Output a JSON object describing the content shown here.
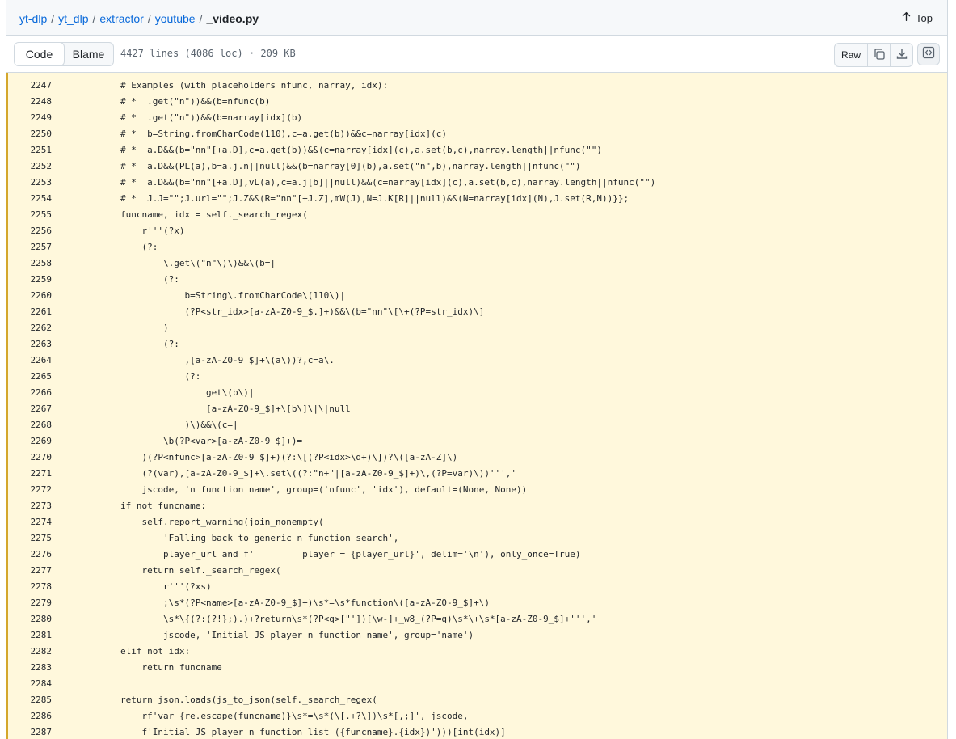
{
  "breadcrumb": {
    "parts": [
      "yt-dlp",
      "yt_dlp",
      "extractor",
      "youtube"
    ],
    "separator": "/",
    "current": "_video.py"
  },
  "top_link": {
    "label": "Top",
    "icon": "arrow-up-icon"
  },
  "toolbar": {
    "tabs": [
      {
        "label": "Code",
        "active": true
      },
      {
        "label": "Blame",
        "active": false
      }
    ],
    "file_meta": "4427 lines (4086 loc) · 209 KB",
    "raw_label": "Raw",
    "icons": [
      "copy-icon",
      "download-icon",
      "symbols-icon"
    ]
  },
  "colors": {
    "highlight_bg": "#fff8dc",
    "highlight_bar": "#d4a72c",
    "link": "#0969da",
    "keyword": "#cf222e",
    "builtin": "#0550ae",
    "function": "#6639ba"
  },
  "code": {
    "lines": [
      {
        "n": "2247",
        "t": "        # Examples (with placeholders nfunc, narray, idx):"
      },
      {
        "n": "2248",
        "t": "        # *  .get(\"n\"))&&(b=nfunc(b)"
      },
      {
        "n": "2249",
        "t": "        # *  .get(\"n\"))&&(b=narray[idx](b)"
      },
      {
        "n": "2250",
        "t": "        # *  b=String.fromCharCode(110),c=a.get(b))&&c=narray[idx](c)"
      },
      {
        "n": "2251",
        "t": "        # *  a.D&&(b=\"nn\"[+a.D],c=a.get(b))&&(c=narray[idx](c),a.set(b,c),narray.length||nfunc(\"\")"
      },
      {
        "n": "2252",
        "t": "        # *  a.D&&(PL(a),b=a.j.n||null)&&(b=narray[0](b),a.set(\"n\",b),narray.length||nfunc(\"\")"
      },
      {
        "n": "2253",
        "t": "        # *  a.D&&(b=\"nn\"[+a.D],vL(a),c=a.j[b]||null)&&(c=narray[idx](c),a.set(b,c),narray.length||nfunc(\"\")"
      },
      {
        "n": "2254",
        "t": "        # *  J.J=\"\";J.url=\"\";J.Z&&(R=\"nn\"[+J.Z],mW(J),N=J.K[R]||null)&&(N=narray[idx](N),J.set(R,N))}};"
      },
      {
        "n": "2255",
        "t": "        funcname, idx = self._search_regex("
      },
      {
        "n": "2256",
        "t": "            r'''(?x)"
      },
      {
        "n": "2257",
        "t": "            (?:"
      },
      {
        "n": "2258",
        "t": "                \\.get\\(\"n\"\\)\\)&&\\(b=|"
      },
      {
        "n": "2259",
        "t": "                (?:"
      },
      {
        "n": "2260",
        "t": "                    b=String\\.fromCharCode\\(110\\)|"
      },
      {
        "n": "2261",
        "t": "                    (?P<str_idx>[a-zA-Z0-9_$.]+)&&\\(b=\"nn\"\\[\\+(?P=str_idx)\\]"
      },
      {
        "n": "2262",
        "t": "                )"
      },
      {
        "n": "2263",
        "t": "                (?:"
      },
      {
        "n": "2264",
        "t": "                    ,[a-zA-Z0-9_$]+\\(a\\))?,c=a\\."
      },
      {
        "n": "2265",
        "t": "                    (?:"
      },
      {
        "n": "2266",
        "t": "                        get\\(b\\)|"
      },
      {
        "n": "2267",
        "t": "                        [a-zA-Z0-9_$]+\\[b\\]\\|\\|null"
      },
      {
        "n": "2268",
        "t": "                    )\\)&&\\(c=|"
      },
      {
        "n": "2269",
        "t": "                \\b(?P<var>[a-zA-Z0-9_$]+)="
      },
      {
        "n": "2270",
        "t": "            )(?P<nfunc>[a-zA-Z0-9_$]+)(?:\\[(?P<idx>\\d+)\\])?\\([a-zA-Z]\\)"
      },
      {
        "n": "2271",
        "t": "            (?(var),[a-zA-Z0-9_$]+\\.set\\((?:\"n+\"|[a-zA-Z0-9_$]+)\\,(?P=var)\\))''','"
      },
      {
        "n": "2272",
        "t": "            jscode, 'n function name', group=('nfunc', 'idx'), default=(None, None))"
      },
      {
        "n": "2273",
        "t": "        if not funcname:"
      },
      {
        "n": "2274",
        "t": "            self.report_warning(join_nonempty("
      },
      {
        "n": "2275",
        "t": "                'Falling back to generic n function search',"
      },
      {
        "n": "2276",
        "t": "                player_url and f'         player = {player_url}', delim='\\n'), only_once=True)"
      },
      {
        "n": "2277",
        "t": "            return self._search_regex("
      },
      {
        "n": "2278",
        "t": "                r'''(?xs)"
      },
      {
        "n": "2279",
        "t": "                ;\\s*(?P<name>[a-zA-Z0-9_$]+)\\s*=\\s*function\\([a-zA-Z0-9_$]+\\)"
      },
      {
        "n": "2280",
        "t": "                \\s*\\{(?:(?!};).)+?return\\s*(?P<q>[\"'])[\\w-]+_w8_(?P=q)\\s*\\+\\s*[a-zA-Z0-9_$]+''','"
      },
      {
        "n": "2281",
        "t": "                jscode, 'Initial JS player n function name', group='name')"
      },
      {
        "n": "2282",
        "t": "        elif not idx:"
      },
      {
        "n": "2283",
        "t": "            return funcname"
      },
      {
        "n": "2284",
        "t": ""
      },
      {
        "n": "2285",
        "t": "        return json.loads(js_to_json(self._search_regex("
      },
      {
        "n": "2286",
        "t": "            rf'var {re.escape(funcname)}\\s*=\\s*(\\[.+?\\])\\s*[,;]', jscode,"
      },
      {
        "n": "2287",
        "t": "            f'Initial JS player n function list ({funcname}.{idx})')))[int(idx)]"
      }
    ]
  }
}
